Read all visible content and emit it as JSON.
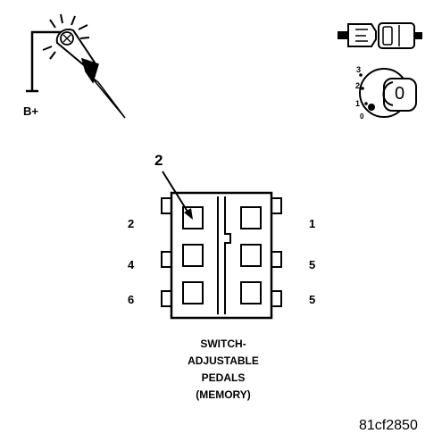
{
  "meter": {
    "icon": "test-light-probe-icon",
    "battery_label": "B+"
  },
  "ignition": {
    "key_icon": "ignition-key-icon",
    "switch_icon": "ignition-switch-icon",
    "positions": [
      "3",
      "2",
      "1",
      "0"
    ],
    "key_position_label": "0"
  },
  "connector": {
    "callout_number": "2",
    "pin_labels": {
      "left": [
        "2",
        "4",
        "6"
      ],
      "right": [
        "1",
        "5",
        "5"
      ]
    },
    "caption_lines": [
      "SWITCH-",
      "ADJUSTABLE",
      "PEDALS",
      "(MEMORY)"
    ]
  },
  "figure_code": "81cf2850",
  "colors": {
    "ink": "#000000",
    "background": "#ffffff"
  }
}
